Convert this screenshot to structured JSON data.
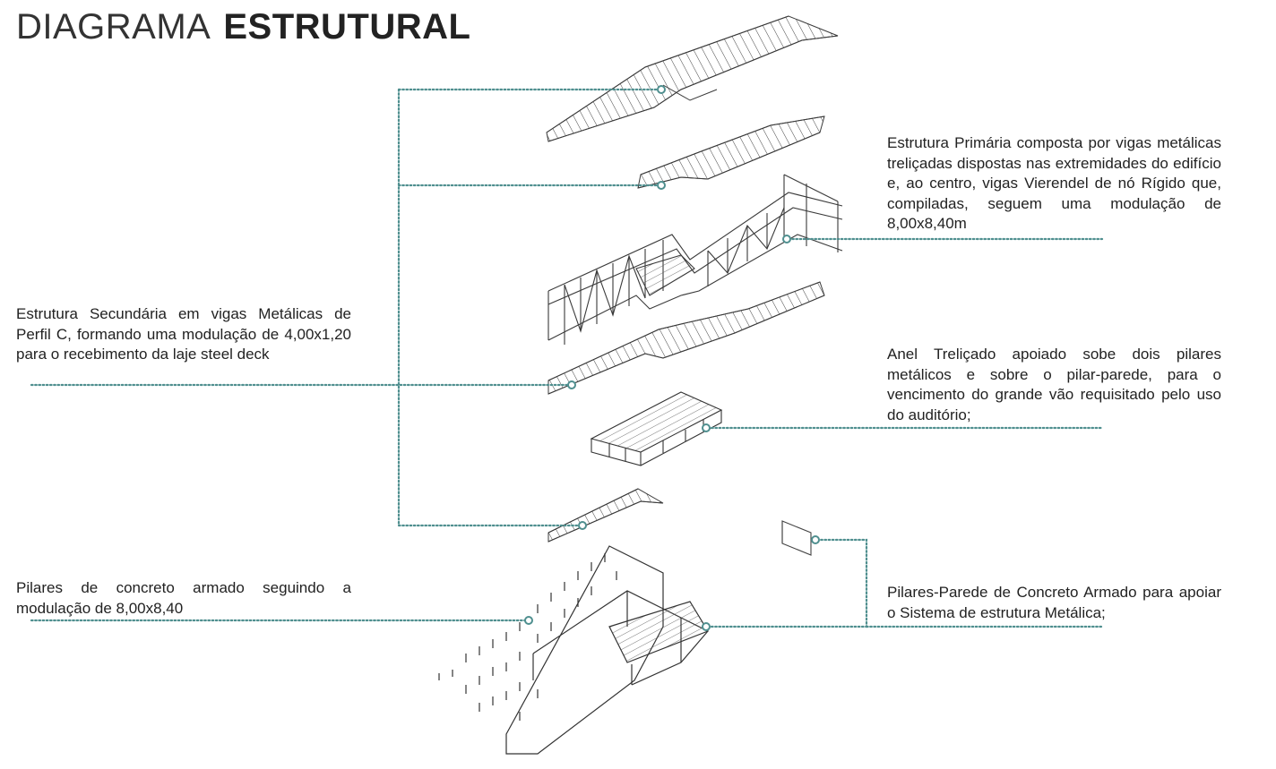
{
  "title": {
    "light": "DIAGRAMA",
    "bold": "ESTRUTURAL"
  },
  "annotations": {
    "secondary": "Estrutura Secundária em vigas Metálicas de Perfil C, formando uma modulação de 4,00x1,20 para o recebimento da laje steel deck",
    "columns": "Pilares de concreto armado seguindo a modulação de 8,00x8,40",
    "primary": "Estrutura Primária composta por vigas metálicas treliçadas dispostas nas extremidades do edifício e, ao centro, vigas Vierendel de nó Rígido que, compiladas, seguem uma modulação de 8,00x8,40m",
    "ring": "Anel Treliçado apoiado sobe dois pilares metálicos e sobre o pilar-parede, para o vencimento do grande vão requisitado pelo uso do auditório;",
    "walls": "Pilares-Parede de Concreto Armado para apoiar o Sistema de estrutura Metálica;"
  },
  "colors": {
    "leader": "#4f8f8f",
    "ink": "#222222",
    "drawing": "#3a3a3a"
  }
}
